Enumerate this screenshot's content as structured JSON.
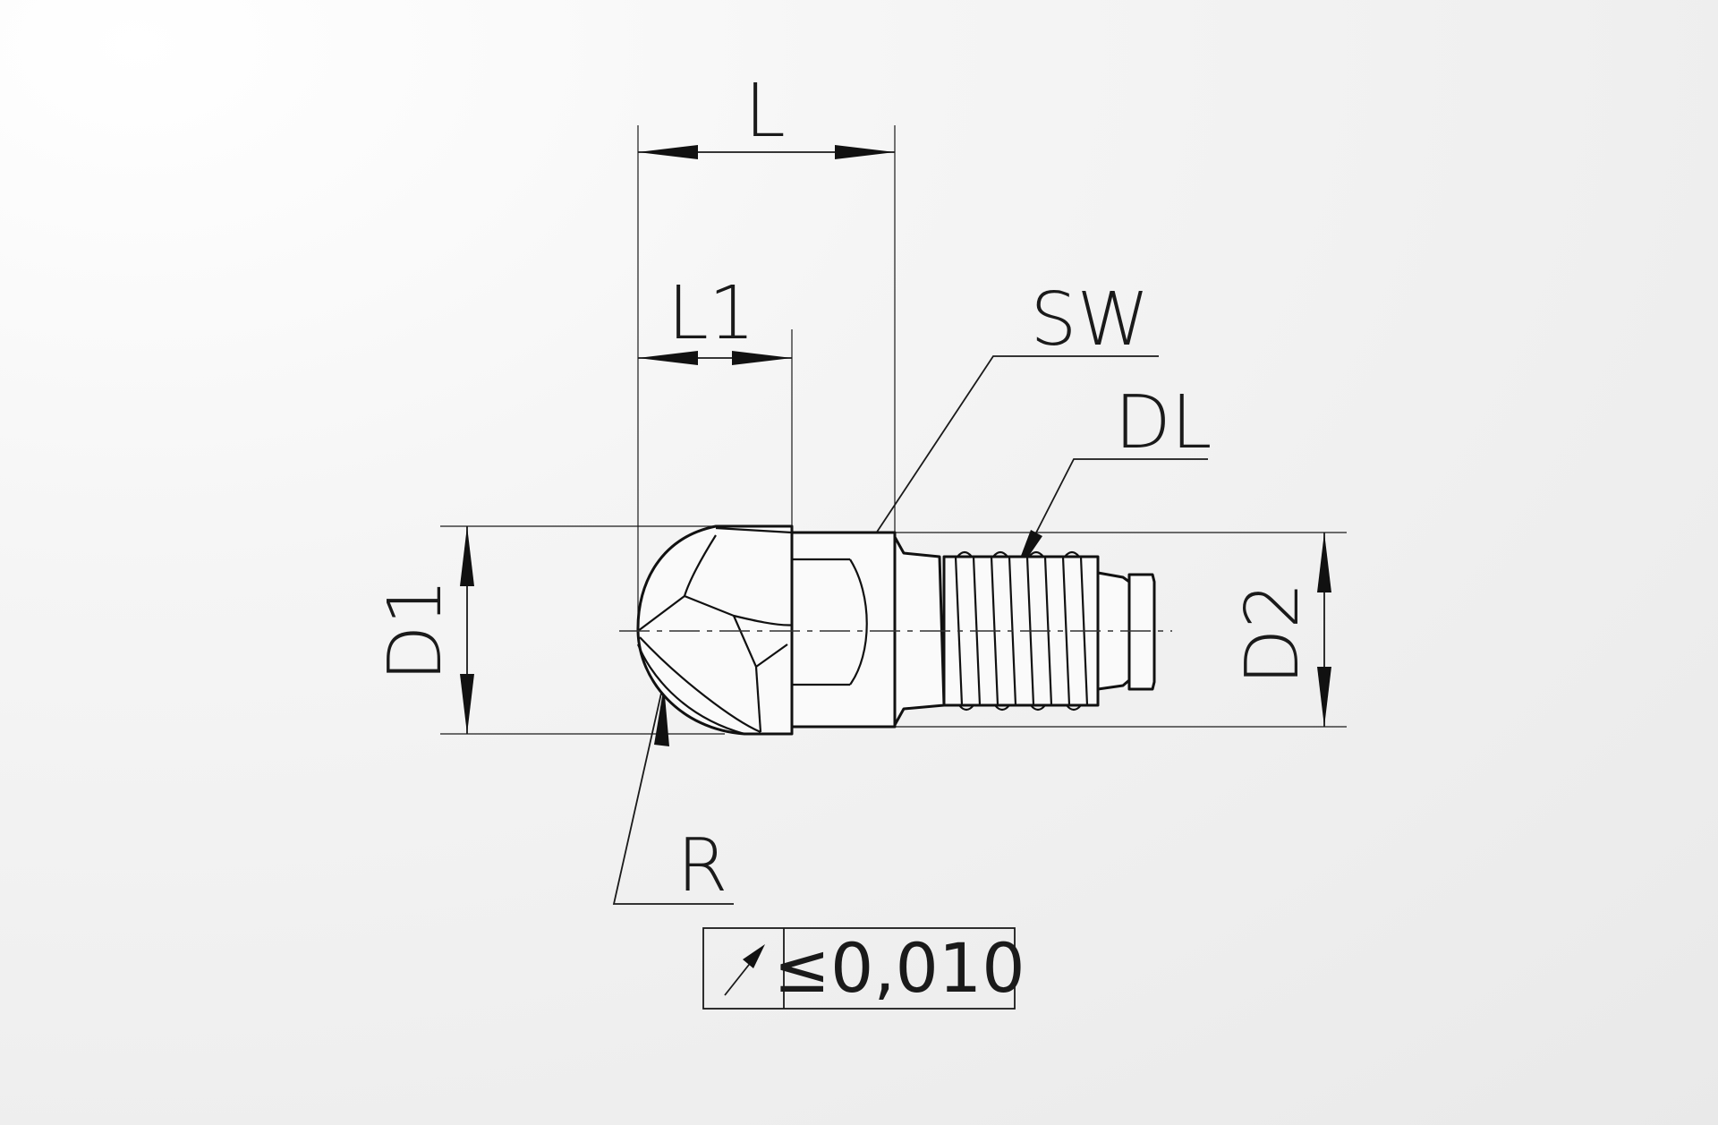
{
  "diagram": {
    "labels": {
      "L": "L",
      "L1": "L1",
      "SW": "SW",
      "DL": "DL",
      "D1": "D1",
      "D2": "D2",
      "R": "R"
    },
    "tolerance": {
      "symbol": "circular-runout-arrow-icon",
      "value": "≤0,010"
    }
  }
}
